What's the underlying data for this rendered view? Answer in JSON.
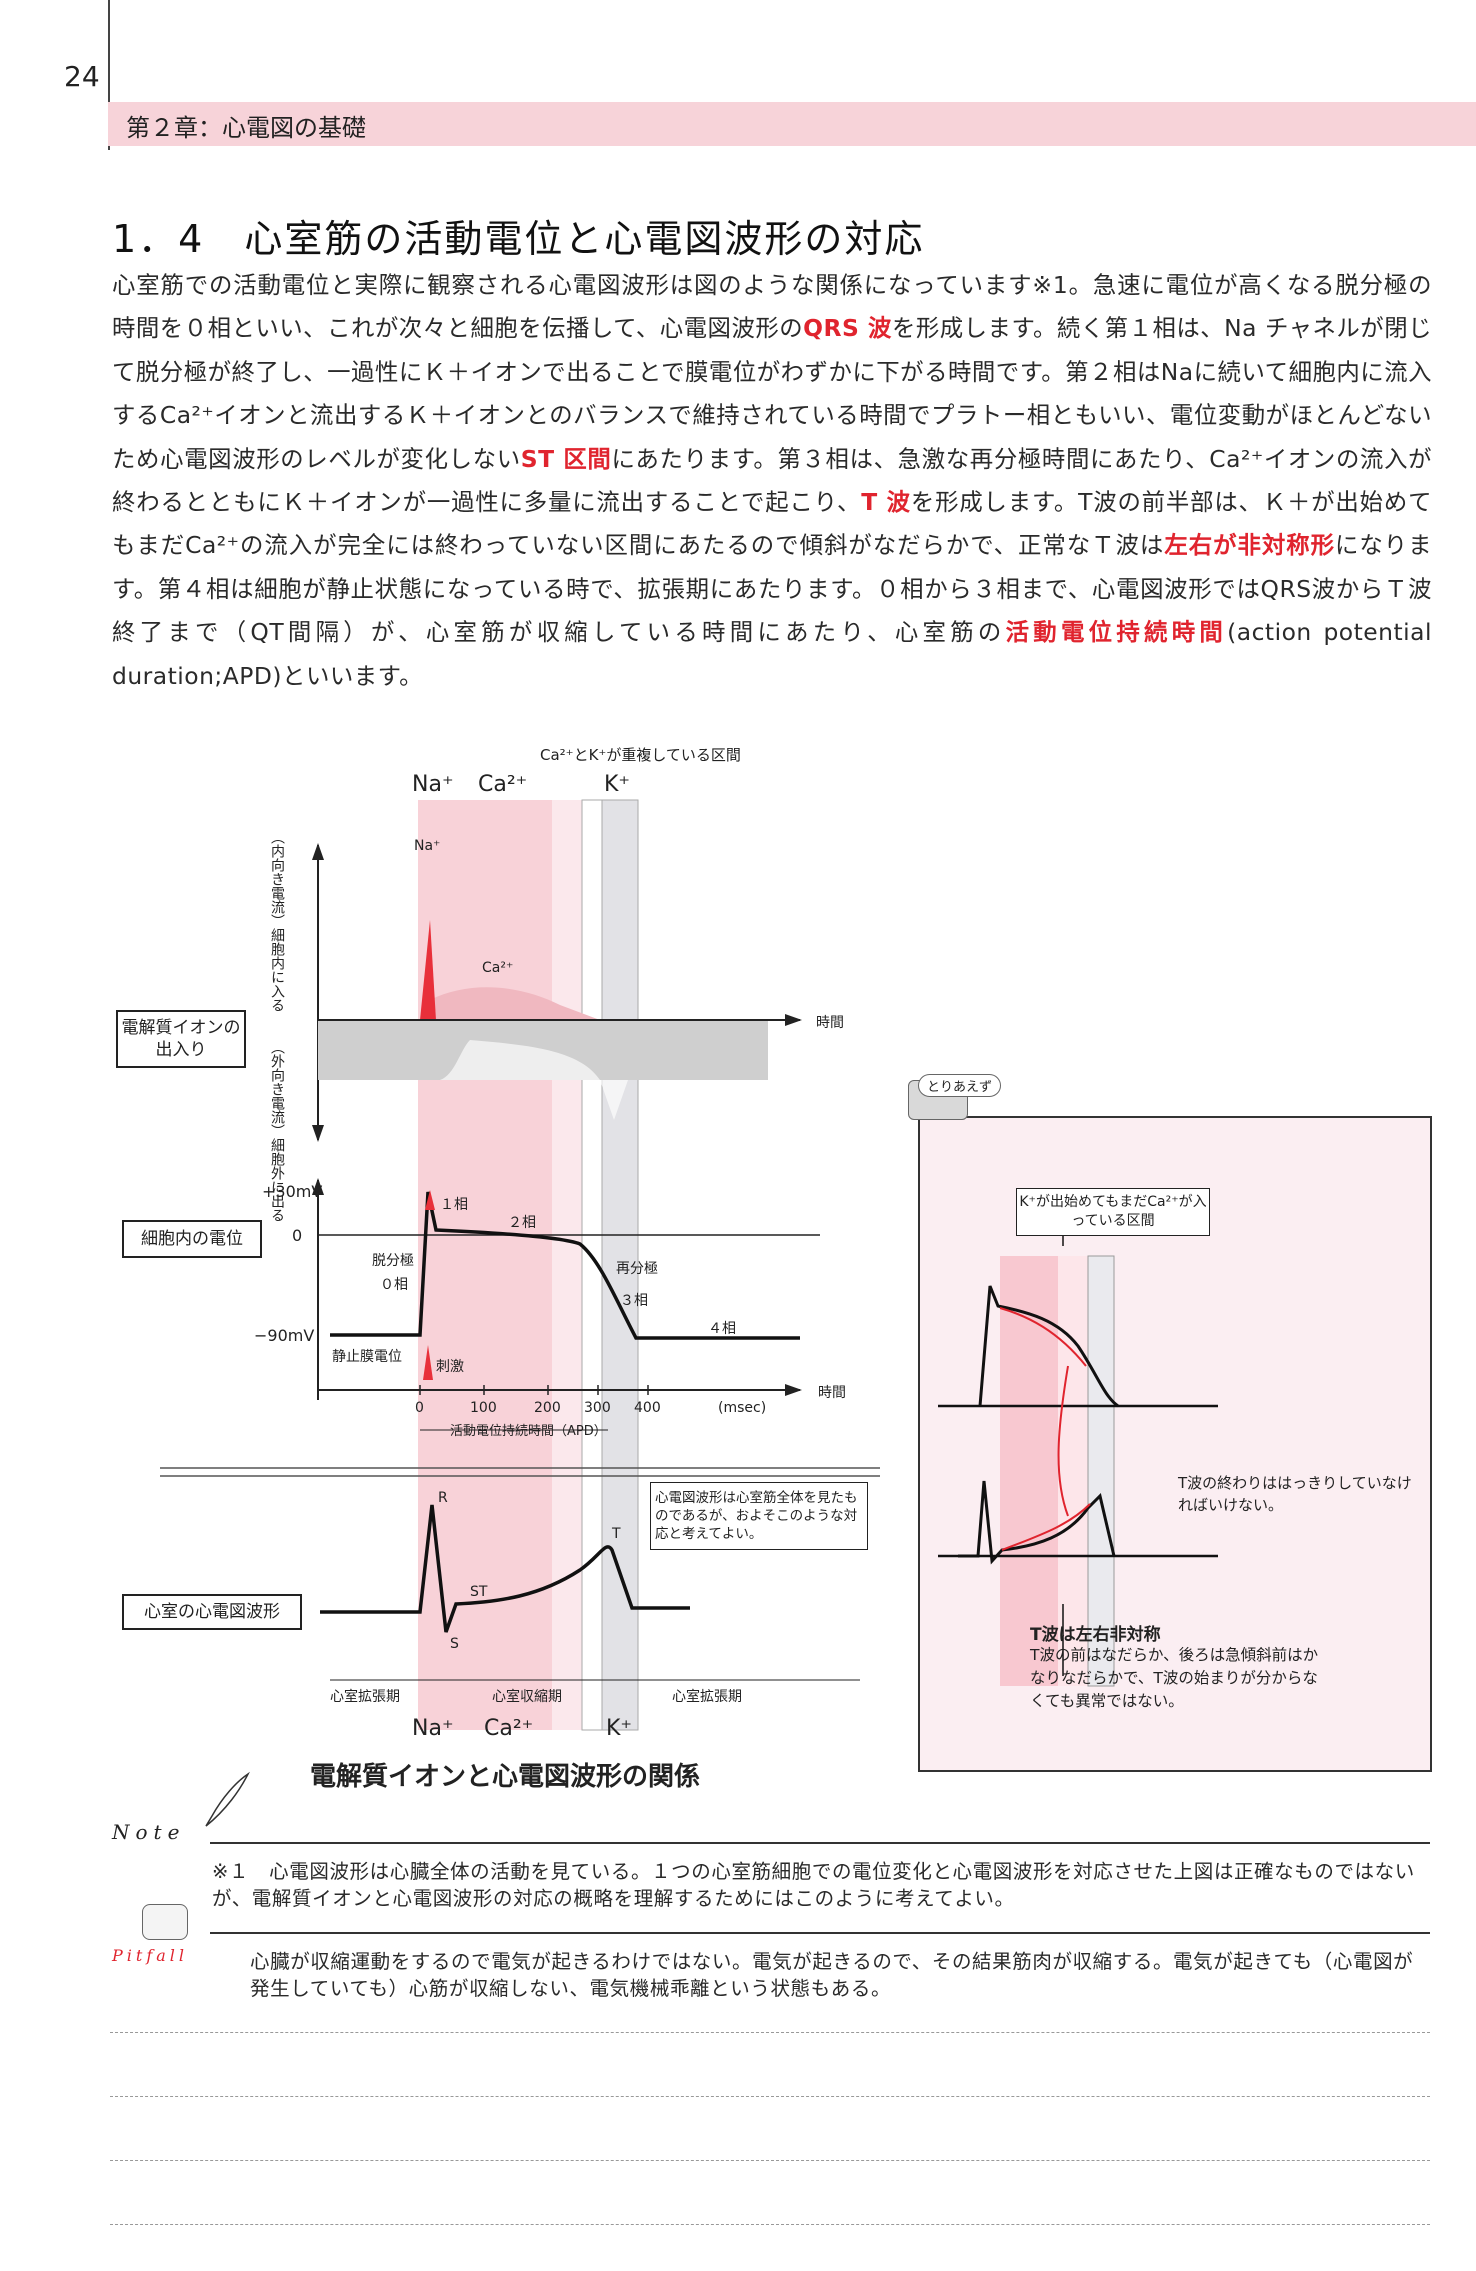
{
  "page": {
    "number": "24",
    "chapter": "第２章：心電図の基礎"
  },
  "section": {
    "title": "1．4　心室筋の活動電位と心電図波形の対応",
    "p": {
      "t1": "心室筋での活動電位と実際に観察される心電図波形は図のような関係になっています※1。急速に電位が高くなる脱分極の時間を０相といい、これが次々と細胞を伝播して、心電図波形の",
      "r1": "QRS 波",
      "t2": "を形成します。続く第１相は、Na チャネルが閉じて脱分極が終了し、一過性にＫ＋イオンで出ることで膜電位がわずかに下がる時間です。第２相はNaに続いて細胞内に流入するCa²⁺イオンと流出するＫ＋イオンとのバランスで維持されている時間でプラトー相ともいい、電位変動がほとんどないため心電図波形のレベルが変化しない",
      "r2": "ST 区間",
      "t3": "にあたります。第３相は、急激な再分極時間にあたり、Ca²⁺イオンの流入が終わるとともにＫ＋イオンが一過性に多量に流出することで起こり、",
      "r3": "T 波",
      "t4": "を形成します。T波の前半部は、Ｋ＋が出始めてもまだCa²⁺の流入が完全には終わっていない区間にあたるので傾斜がなだらかで、正常なＴ波は",
      "r4": "左右が非対称形",
      "t5": "になります。第４相は細胞が静止状態になっている時で、拡張期にあたります。０相から３相まで、心電図波形ではQRS波からＴ波終了まで（QT間隔）が、心室筋が収縮している時間にあたり、心室筋の",
      "r5": "活動電位持続時間",
      "t6": "(action potential duration;APD)といいます。"
    }
  },
  "figure": {
    "top_ions": {
      "na": "Na⁺",
      "ca": "Ca²⁺",
      "k": "K⁺"
    },
    "overlap_label": "Ca²⁺とK⁺が重複している区間",
    "inward": "（内向き電流）細胞内に入る",
    "outward": "（外向き電流）細胞外に出る",
    "na_small": "Na⁺",
    "ca_small": "Ca²⁺",
    "box_ion": "電解質イオンの出入り",
    "time1": "時間",
    "mv_plus": "+30mV",
    "mv_zero": "0",
    "mv_minus": "−90mV",
    "box_potential": "細胞内の電位",
    "phase1": "１相",
    "phase2": "２相",
    "phase0a": "脱分極",
    "phase0b": "０相",
    "phase3a": "再分極",
    "phase3b": "３相",
    "phase4": "４相",
    "resting": "静止膜電位",
    "stimulus": "刺激",
    "ticks": [
      "0",
      "100",
      "200",
      "300",
      "400"
    ],
    "msec": "(msec)",
    "time2": "時間",
    "apd": "活動電位持続時間（APD）",
    "note_box": "心電図波形は心室筋全体を見たものであるが、およそこのような対応と考えてよい。",
    "box_ecg": "心室の心電図波形",
    "r": "R",
    "s": "S",
    "st": "ST",
    "t": "T",
    "diastole1": "心室拡張期",
    "systole": "心室収縮期",
    "diastole2": "心室拡張期",
    "bottom_ions": {
      "na": "Na⁺",
      "ca": "Ca²⁺",
      "k": "K⁺"
    },
    "caption": "電解質イオンと心電図波形の関係"
  },
  "sidebar": {
    "stamp": "とりあえず",
    "kbox": "K⁺が出始めてもまだCa²⁺が入っている区間",
    "note1": "T波の終わりははっきりしていなければいけない。",
    "heading": "T波は左右非対称",
    "body": "T波の前はなだらか、後ろは急傾斜前はかなりなだらかで、T波の始まりが分からなくても異常ではない。"
  },
  "note": {
    "label": "Note",
    "text": "※１　心電図波形は心臓全体の活動を見ている。１つの心室筋細胞での電位変化と心電図波形を対応させた上図は正確なものではないが、電解質イオンと心電図波形の対応の概略を理解するためにはこのように考えてよい。"
  },
  "pitfall": {
    "label": "Pitfall",
    "text": "心臓が収縮運動をするので電気が起きるわけではない。電気が起きるので、その結果筋肉が収縮する。電気が起きても（心電図が発生していても）心筋が収縮しない、電気機械乖離という状態もある。"
  },
  "colors": {
    "band": "#f7d3d9",
    "accent": "#e0242e",
    "pinkzone": "#f8d2d8",
    "grayzone": "#d8d8dc"
  }
}
